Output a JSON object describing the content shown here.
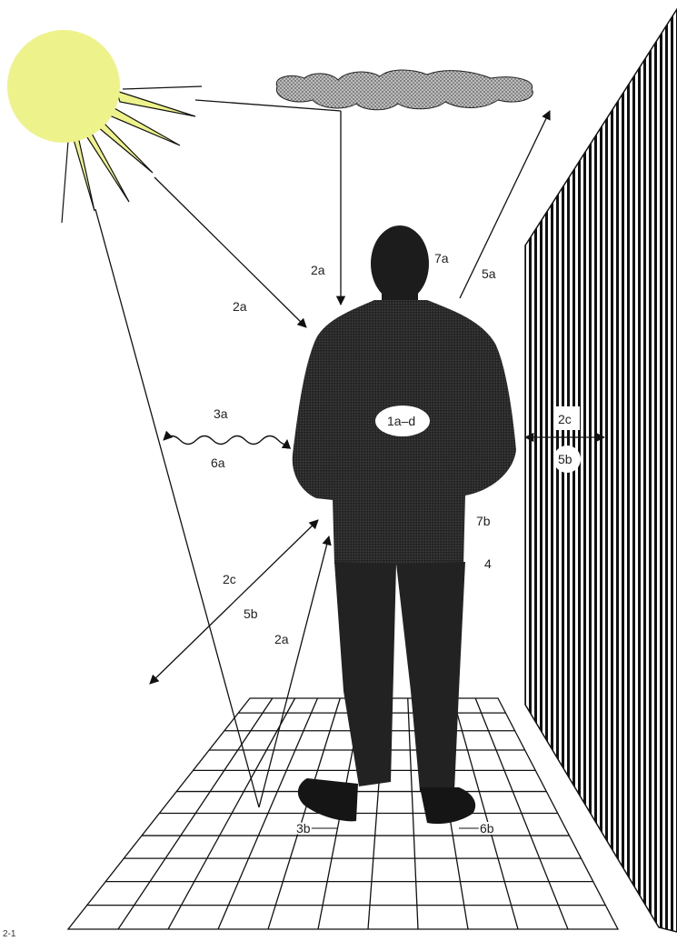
{
  "labels": {
    "sun_to_man": "2a",
    "cloud_to_man": "2a",
    "head": "7a",
    "up_right": "5a",
    "body": "1a–d",
    "air_top": "3a",
    "air_bottom": "6a",
    "wall_top": "2c",
    "wall_bottom": "5b",
    "side": "7b",
    "hip": "4",
    "diag_top": "2c",
    "diag_bottom": "5b",
    "ground_reflect": "2a",
    "foot_left": "3b",
    "foot_right": "6b"
  },
  "corner_mark": "2-1",
  "colors": {
    "sun": "#eef28a",
    "cloud": "#a9a9a9",
    "suit": "#2a2a2a",
    "line": "#111111"
  }
}
